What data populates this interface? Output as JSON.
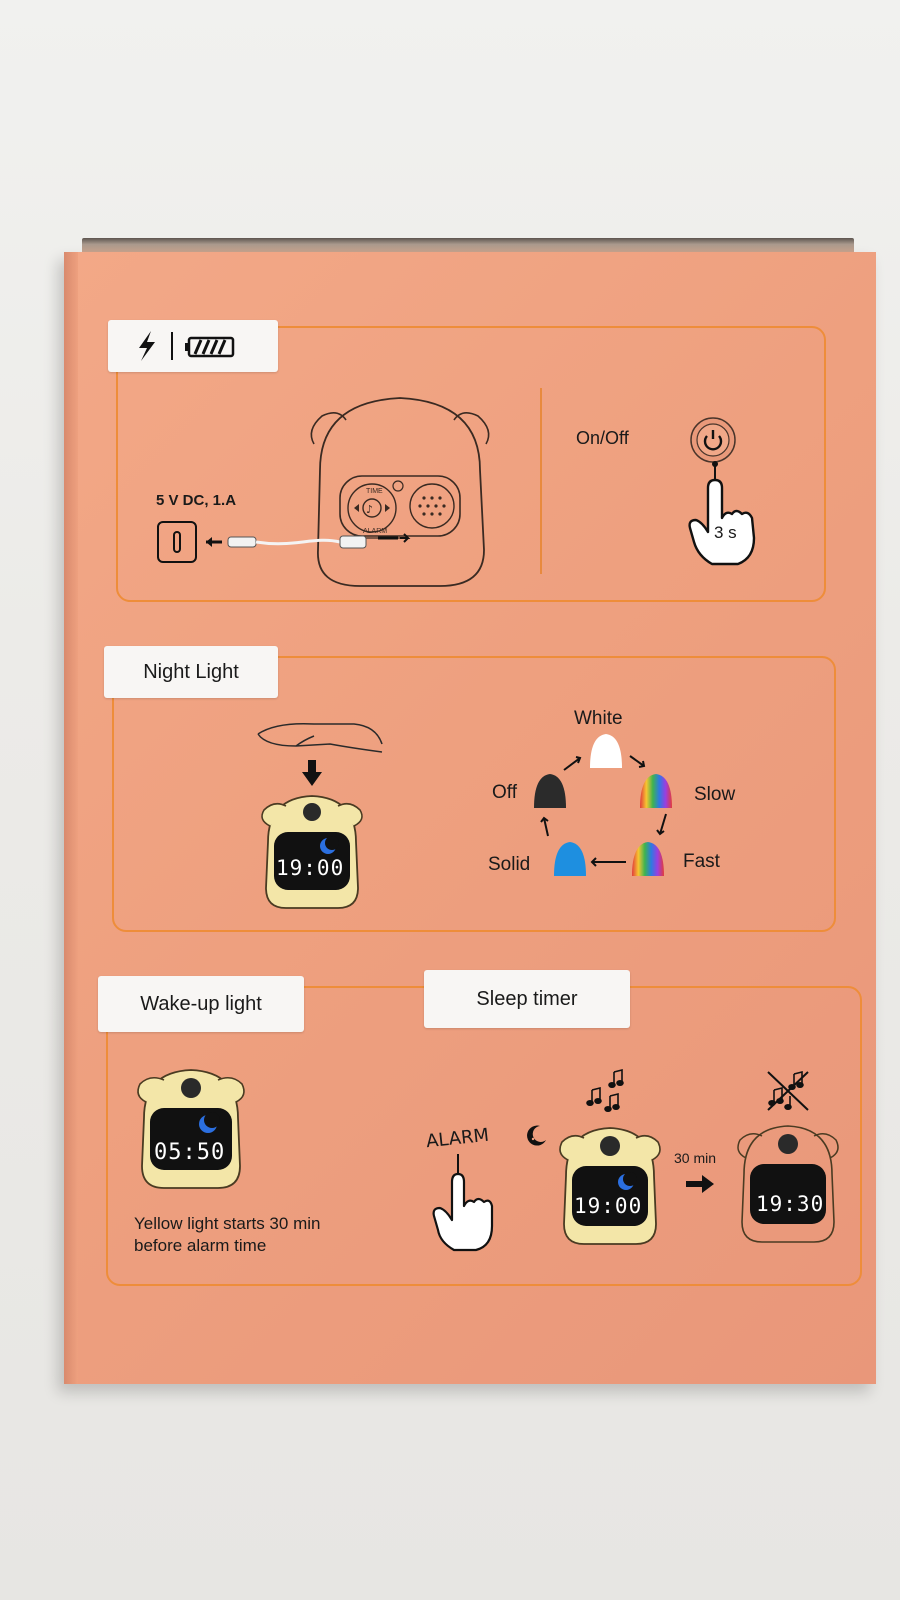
{
  "power_section": {
    "spec": "5 V DC, 1.A",
    "on_off_label": "On/Off",
    "hold_time": "3 s",
    "device_buttons": {
      "time": "TIME",
      "alarm": "ALARM"
    }
  },
  "night_light_section": {
    "title": "Night Light",
    "clock_time": "19:00",
    "modes": [
      "White",
      "Slow",
      "Fast",
      "Solid",
      "Off"
    ]
  },
  "wakeup_section": {
    "title": "Wake-up light",
    "clock_time": "05:50",
    "caption_line1": "Yellow light starts 30 min",
    "caption_line2": "before alarm time"
  },
  "sleep_timer_section": {
    "title": "Sleep timer",
    "alarm_label": "ALARM",
    "duration": "30 min",
    "clock_before": "19:00",
    "clock_after": "19:30"
  },
  "colors": {
    "box": "#eea07f",
    "panel_border": "#ee8d3a",
    "clock_yellow": "#f3e6a8",
    "solid_blue": "#1e8fe0"
  }
}
